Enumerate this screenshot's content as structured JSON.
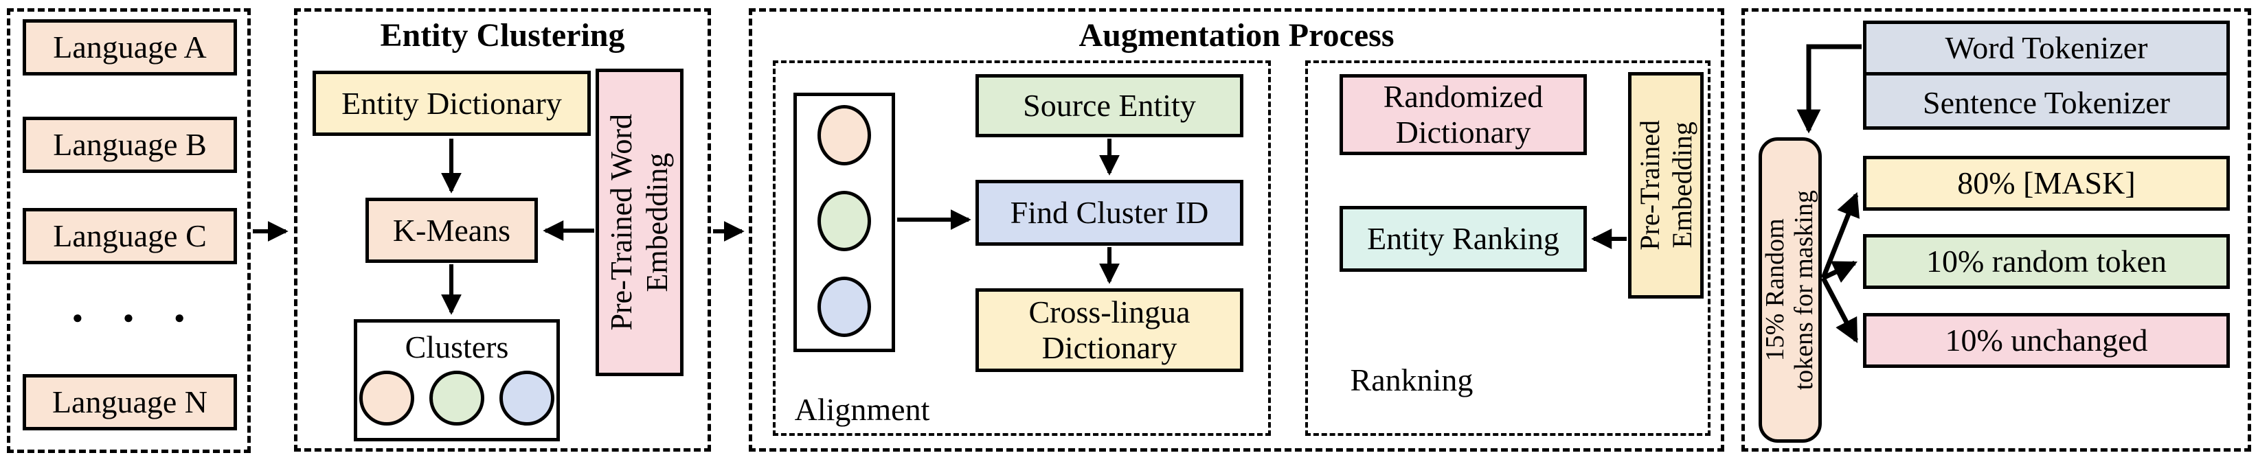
{
  "figure": {
    "type": "pipeline-diagram",
    "panels": {
      "languages": {
        "items": [
          "Language A",
          "Language B",
          "Language C",
          "Language N"
        ],
        "ellipsis": "● ● ●"
      },
      "entity_clustering": {
        "title": "Entity Clustering",
        "entity_dictionary": "Entity Dictionary",
        "k_means": "K-Means",
        "clusters_label": "Clusters",
        "embedding_line1": "Pre-Trained Word",
        "embedding_line2": "Embedding"
      },
      "augmentation": {
        "title": "Augmentation Process",
        "alignment": {
          "label": "Alignment",
          "source_entity": "Source Entity",
          "find_cluster_id": "Find Cluster ID",
          "cross_lingua_line1": "Cross-lingua",
          "cross_lingua_line2": "Dictionary"
        },
        "ranking": {
          "label": "Rankning",
          "randomized_line1": "Randomized",
          "randomized_line2": "Dictionary",
          "entity_ranking": "Entity Ranking",
          "embedding_line1": "Pre-Trained",
          "embedding_line2": "Embedding"
        }
      },
      "masking": {
        "word_tokenizer": "Word Tokenizer",
        "sentence_tokenizer": "Sentence Tokenizer",
        "random_tokens_line1": "15% Random",
        "random_tokens_line2": "tokens for masking",
        "mask_80": "80% [MASK]",
        "random_10": "10% random token",
        "unchanged_10": "10% unchanged"
      }
    },
    "colors": {
      "peach": "#FAE4D4",
      "yellow": "#FDF0CB",
      "cream": "#FBECC4",
      "pink": "#F8D8DE",
      "pink_light": "#F9DADF",
      "green": "#DEEDD4",
      "blue": "#D3DDF2",
      "mint": "#DCF2EC",
      "slate_blue": "#D8DEE9",
      "line": "#000000",
      "background": "#FFFFFF"
    }
  }
}
